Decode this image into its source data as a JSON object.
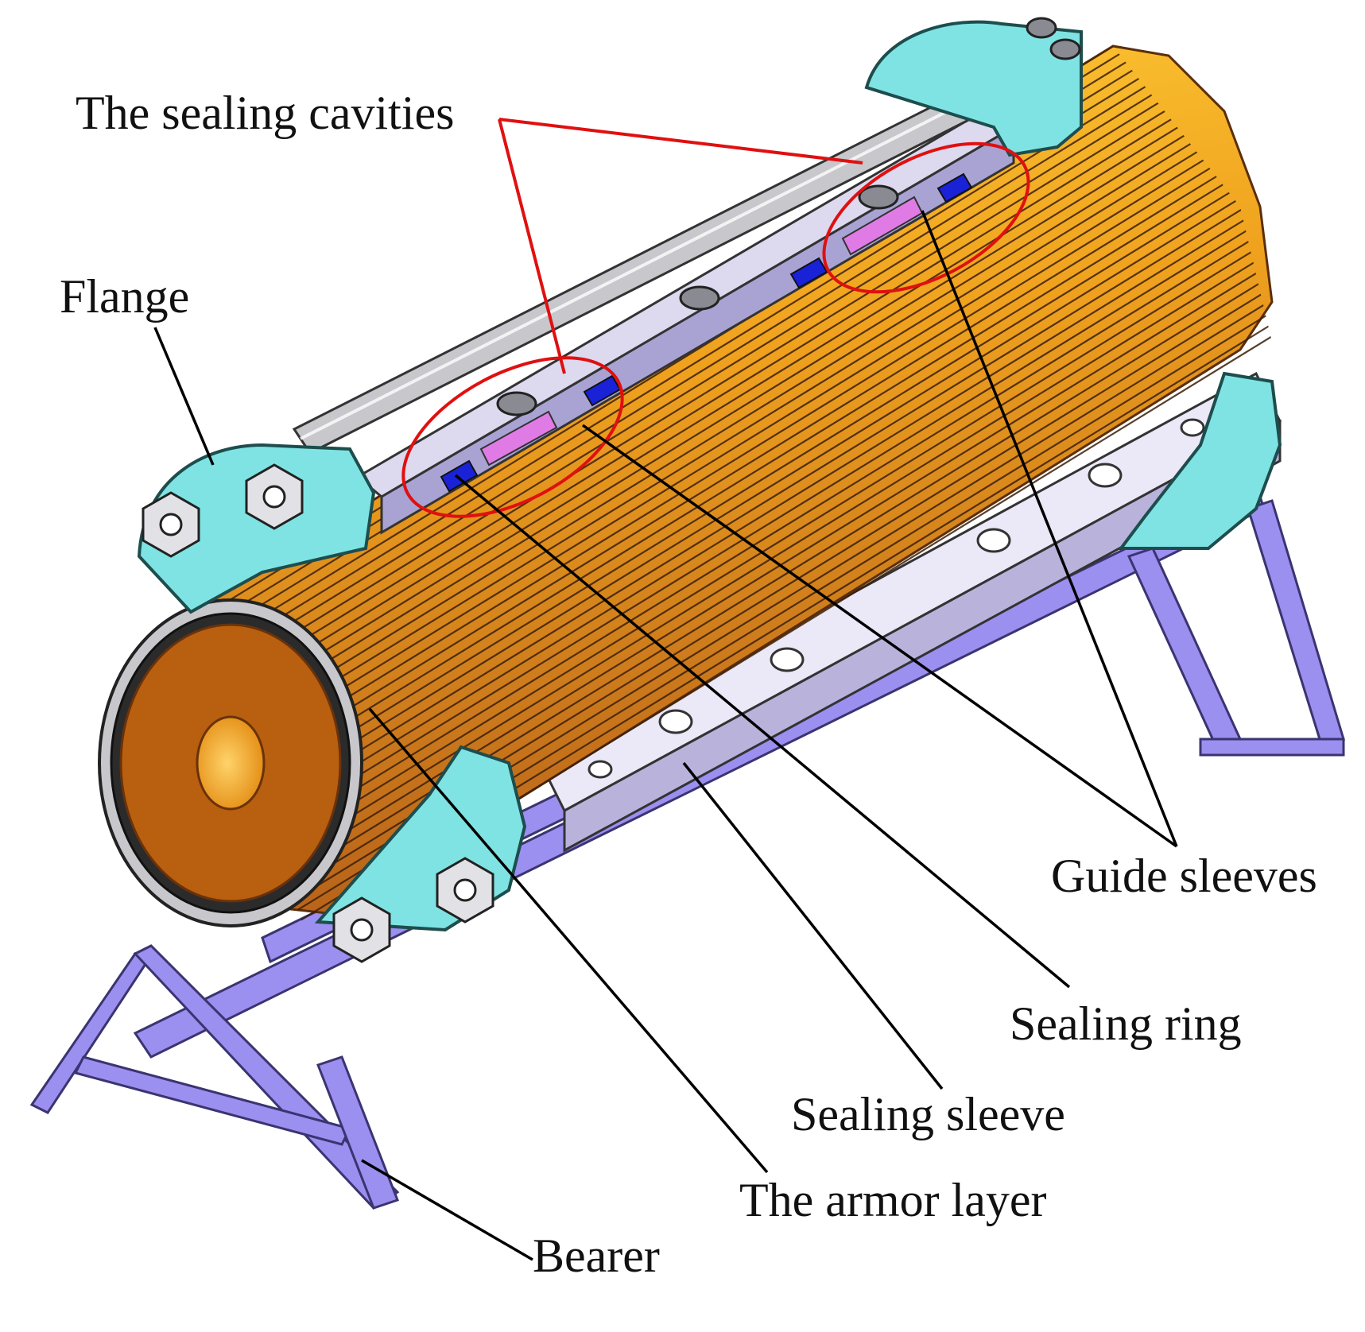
{
  "labels": {
    "sealing_cavities": "The sealing cavities",
    "flange": "Flange",
    "guide_sleeves": "Guide sleeves",
    "sealing_ring": "Sealing ring",
    "sealing_sleeve": "Sealing sleeve",
    "armor_layer": "The armor layer",
    "bearer": "Bearer"
  },
  "colors": {
    "pipe": "#e0901c",
    "pipe_dark": "#a85a12",
    "flange": "#7fe3e3",
    "bearer": "#9b8ff0",
    "sleeve": "#c8c3e6",
    "seal_ring": "#1a22d8",
    "guide_sleeve": "#e07be6",
    "callout_red": "#e01010",
    "leader": "#000000"
  }
}
